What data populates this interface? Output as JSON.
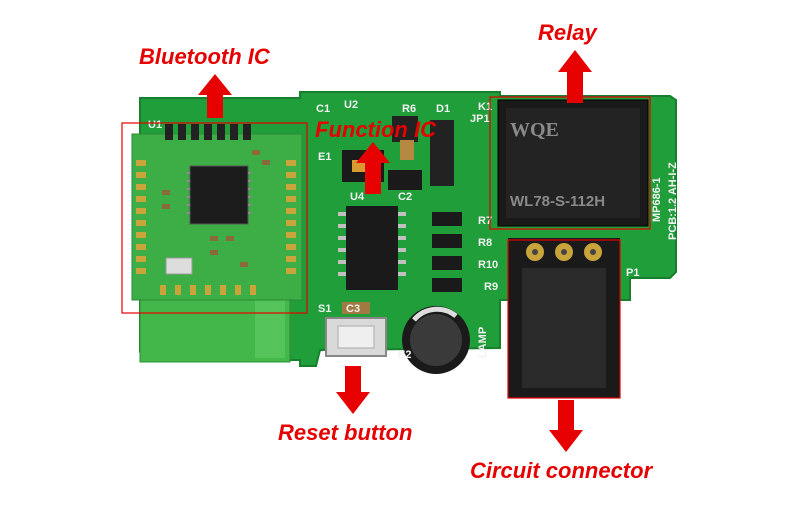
{
  "callouts": {
    "bluetooth_ic": "Bluetooth IC",
    "function_ic": "Function IC",
    "relay": "Relay",
    "reset_button": "Reset button",
    "circuit_connector": "Circuit connector"
  },
  "pcb_text": {
    "model": "MP686-1",
    "revision": "PCB:1.2 AH-I-Z",
    "u1": "U1",
    "u2": "U2",
    "u4": "U4",
    "c1": "C1",
    "c2": "C2",
    "c3": "C3",
    "e1": "E1",
    "e2": "E2",
    "r6": "R6",
    "r7": "R7",
    "r8": "R8",
    "r9": "R9",
    "r10": "R10",
    "d1": "D1",
    "k1": "K1",
    "jp1": "JP1",
    "s1": "S1",
    "p1": "P1",
    "lamp": "LAMP"
  },
  "relay_text": {
    "brand": "WQE",
    "part": "WL78-S-112H"
  },
  "colors": {
    "callout_red": "#e60000",
    "pcb_green": "#1f9e3a",
    "pcb_dark": "#17802e",
    "module_green": "#3cae45",
    "relay_black": "#1a1a1a",
    "pad_gold": "#c9a43b"
  }
}
